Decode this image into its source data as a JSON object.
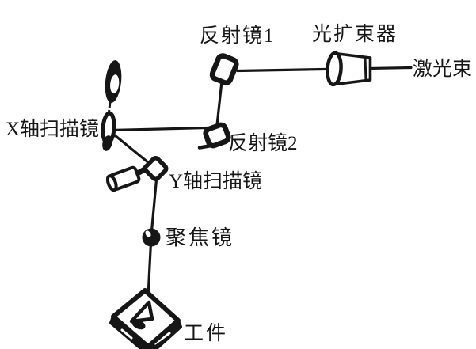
{
  "colors": {
    "ink": "#161616",
    "background": "#ffffff"
  },
  "labels": {
    "mirror1": "反射镜1",
    "beam_expander": "光扩束器",
    "laser_beam": "激光束",
    "x_scan_mirror": "X轴扫描镜",
    "mirror2": "反射镜2",
    "y_scan_mirror": "Y轴扫描镜",
    "focus_lens": "聚焦镜",
    "workpiece": "工件"
  }
}
